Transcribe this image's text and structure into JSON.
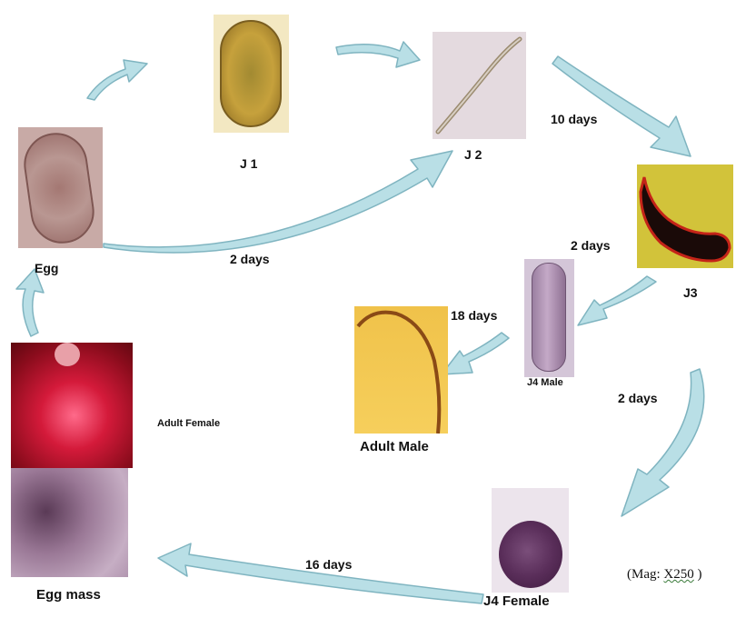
{
  "stages": {
    "j1": "J 1",
    "j2": "J 2",
    "j3": "J3",
    "egg": "Egg",
    "j4_male": "J4 Male",
    "adult_male": "Adult Male",
    "adult_female": "Adult Female",
    "egg_mass": "Egg mass",
    "j4_female": "J4 Female"
  },
  "durations": {
    "egg_to_j2": "2 days",
    "j2_to_j3": "10 days",
    "j3_to_j4_male": "2 days",
    "j4_male_to_adult_male": "18 days",
    "j3_to_j4_female": "2 days",
    "j4_female_to_adult_female": "16 days"
  },
  "magnification": {
    "prefix": "(Mag: ",
    "value": "X250",
    "suffix": " )"
  },
  "colors": {
    "arrow_fill": "#b9dfe6",
    "arrow_stroke": "#7fb4c0"
  }
}
